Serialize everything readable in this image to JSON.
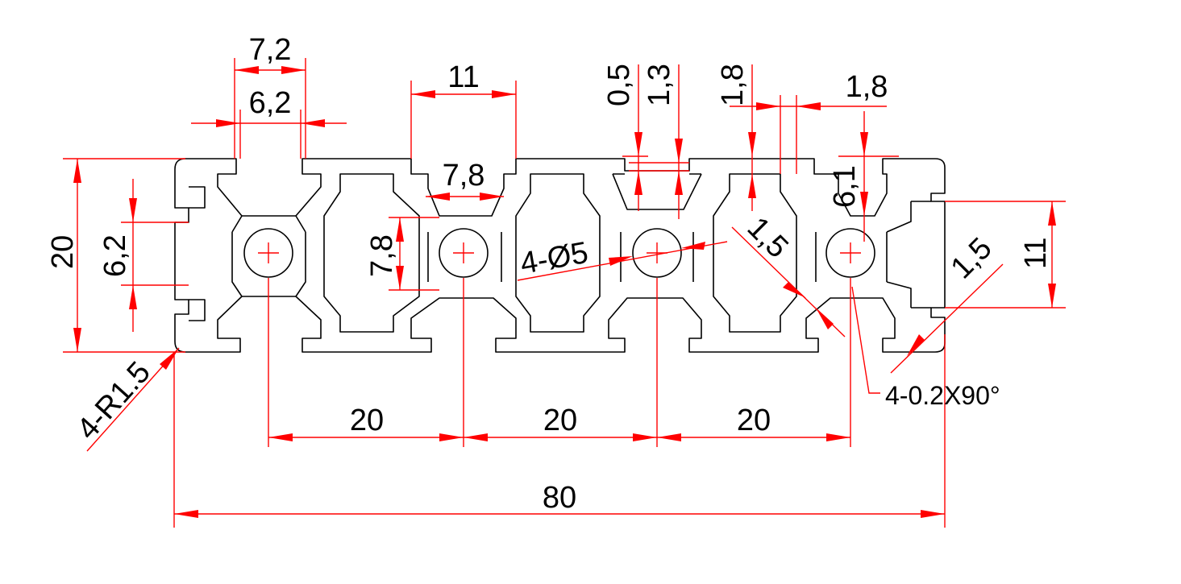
{
  "colors": {
    "dimension": "#ff0000",
    "outline": "#000000",
    "background": "#ffffff"
  },
  "labels": {
    "slot_outer_width": "7,2",
    "slot_inner_width": "6,2",
    "slot_pitch_top": "11",
    "groove_depth_a": "0,5",
    "groove_depth_b": "1,3",
    "wall_thickness_left": "1,8",
    "wall_thickness_right": "1,8",
    "core_width": "7,8",
    "core_height": "7,8",
    "bore_count_diameter": "4-Ø5",
    "web_thickness_a": "1,5",
    "web_thickness_b": "1,5",
    "slot_depth": "6,1",
    "height": "20",
    "side_slot_width": "6,2",
    "right_slot_height": "11",
    "corner_radius": "4-R1.5",
    "chamfer": "4-0.2X90°",
    "pitch_1": "20",
    "pitch_2": "20",
    "pitch_3": "20",
    "total_width": "80"
  }
}
